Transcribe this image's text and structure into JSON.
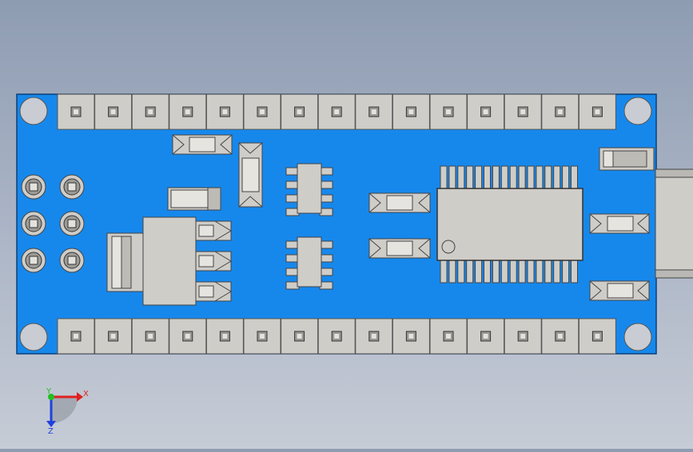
{
  "viewport": {
    "background_top": "#8e9cb2",
    "background_bottom": "#c6ccd6"
  },
  "board": {
    "pcb_color": "#1688ec",
    "component_color": "#cfcdc8",
    "header_pins_per_row": 15,
    "header_rows": 2,
    "ic_pins_per_side": 16,
    "small_ic_count": 2
  },
  "axis_triad": {
    "x_label": "X",
    "y_label": "Y",
    "z_label": "Z",
    "x_color": "#e02020",
    "y_color": "#20c020",
    "z_color": "#2040e0"
  }
}
